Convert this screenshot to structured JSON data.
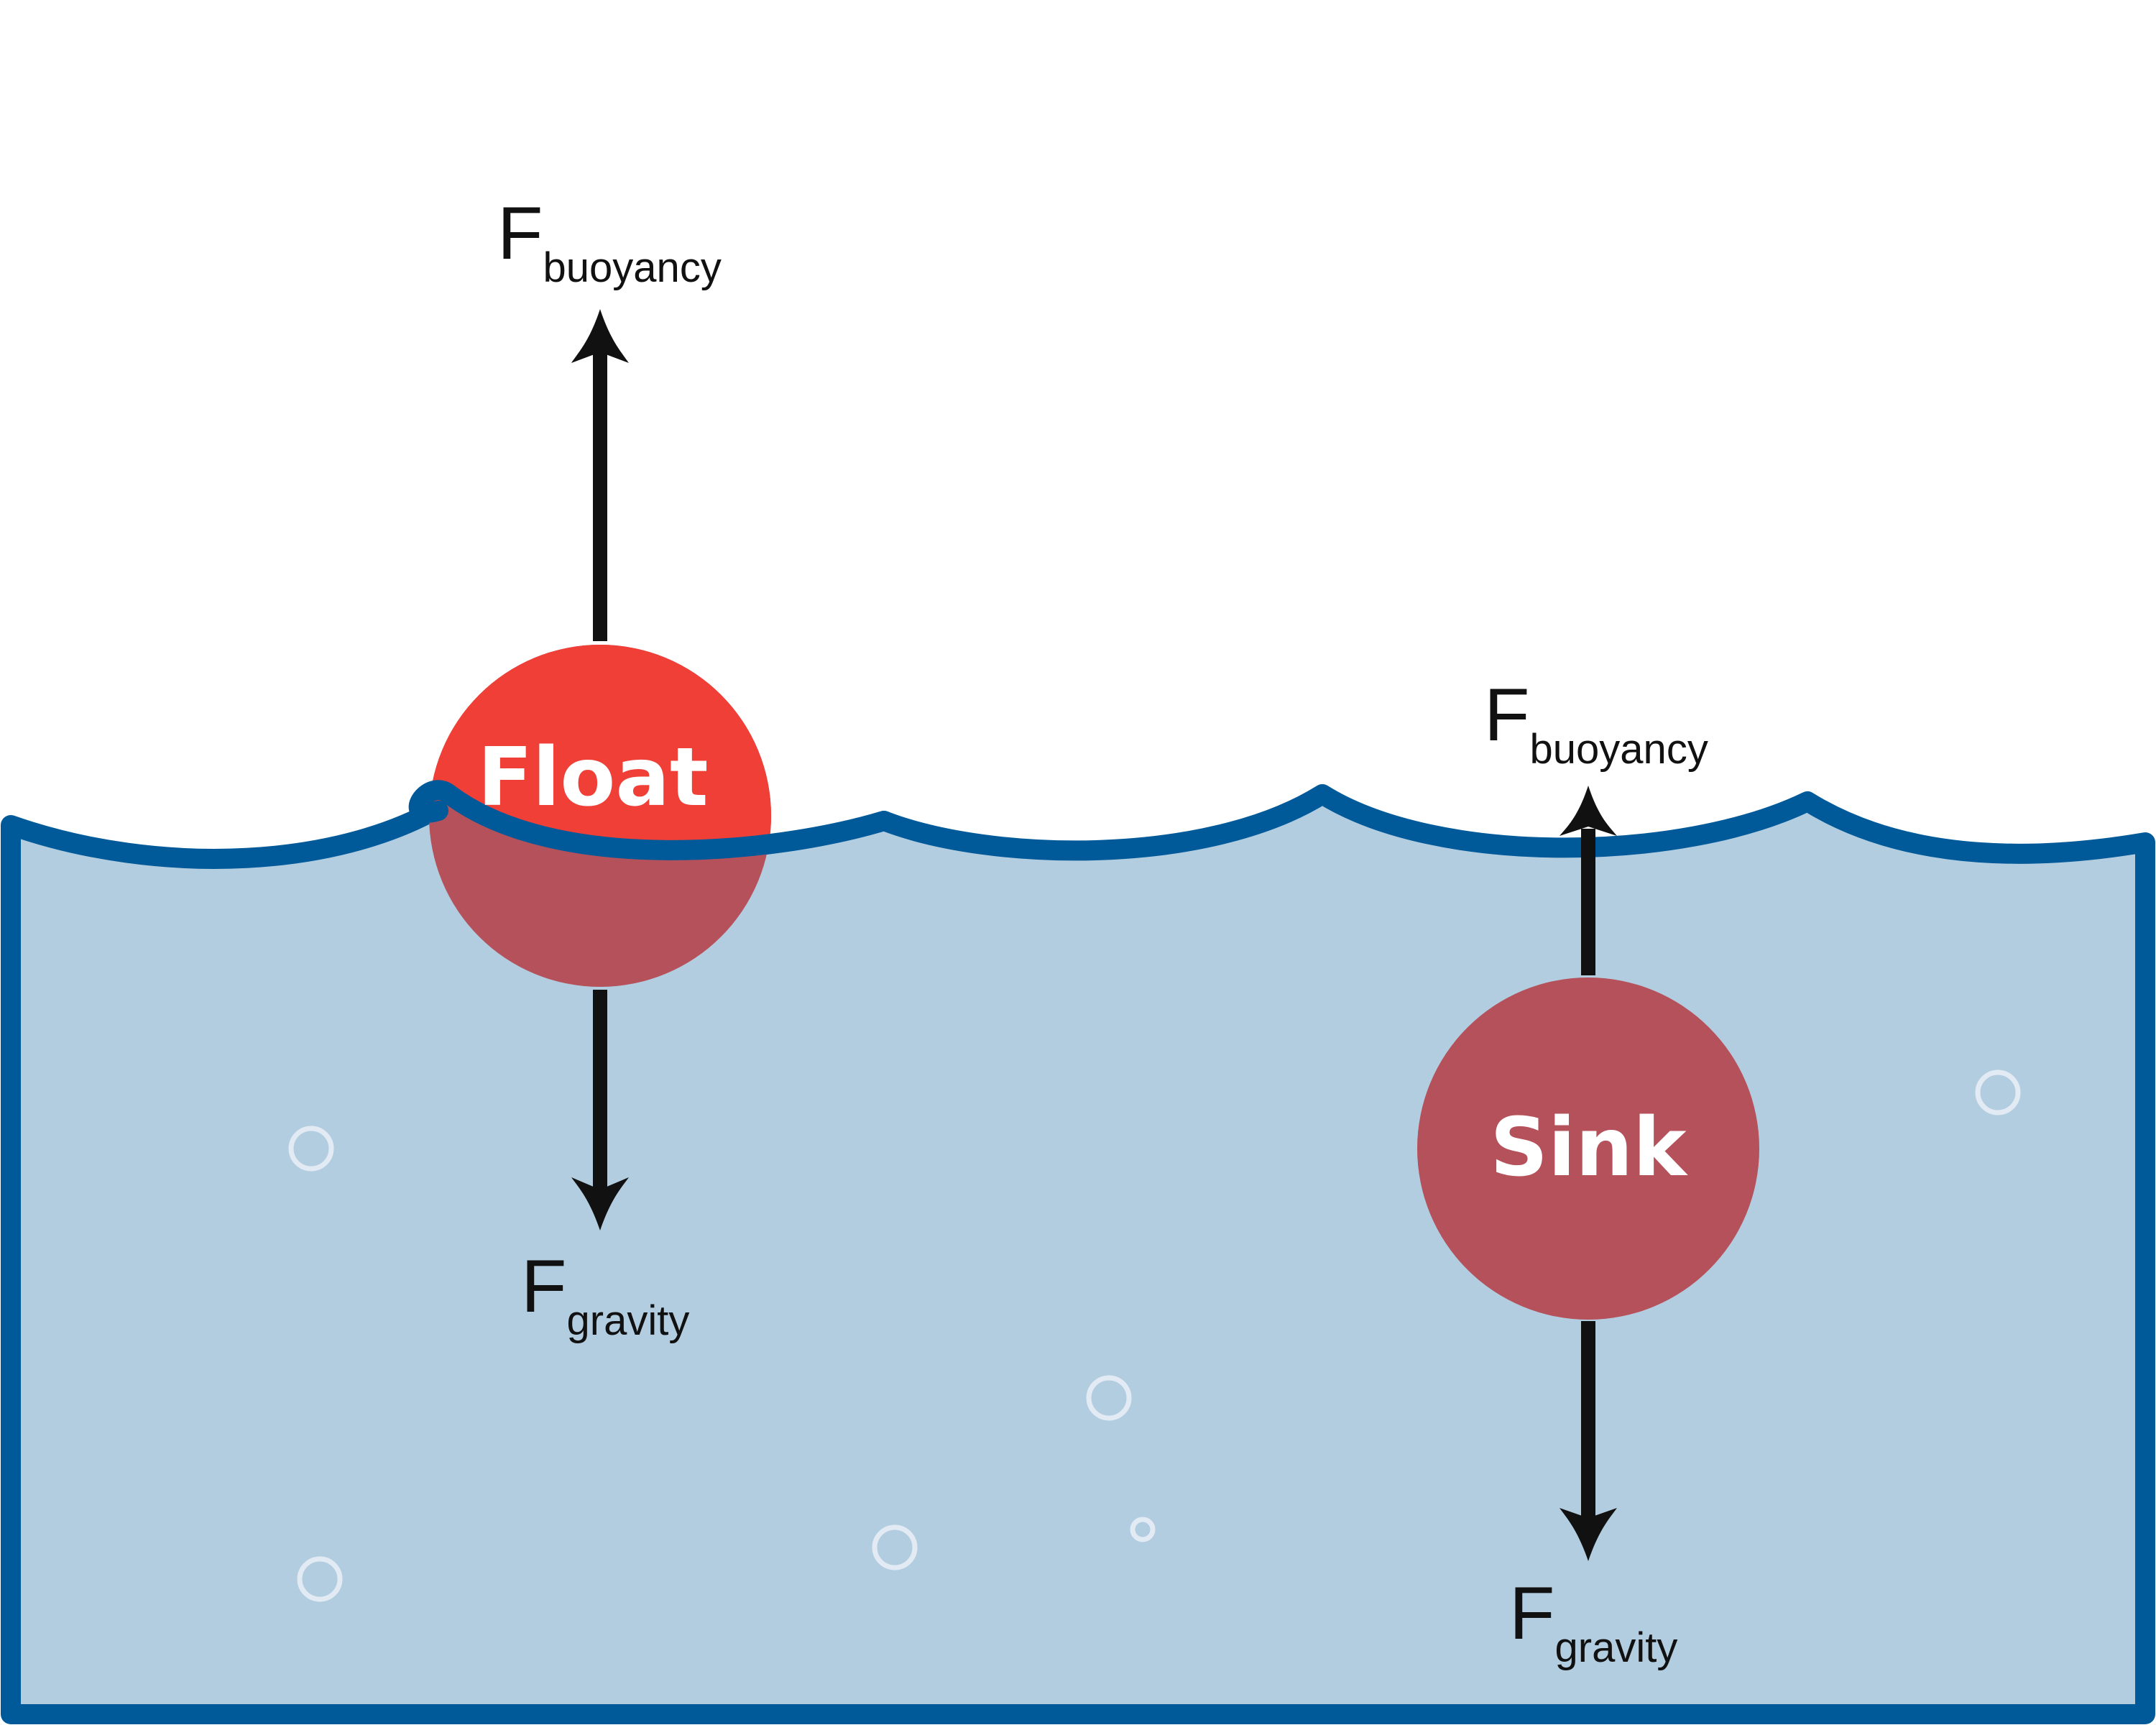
{
  "colors": {
    "water_fill": "#b3cde0",
    "water_outline": "#005a9a",
    "float_ball_above": "#ef3f37",
    "ball_submerged": "#b5515a",
    "arrow": "#111111",
    "bubble": "#e2eaf3",
    "label_text": "#111111",
    "ball_text": "#ffffff"
  },
  "float_object": {
    "label": "Float",
    "buoyancy_force": {
      "symbol": "F",
      "subscript": "buoyancy"
    },
    "gravity_force": {
      "symbol": "F",
      "subscript": "gravity"
    }
  },
  "sink_object": {
    "label": "Sink",
    "buoyancy_force": {
      "symbol": "F",
      "subscript": "buoyancy"
    },
    "gravity_force": {
      "symbol": "F",
      "subscript": "gravity"
    }
  }
}
